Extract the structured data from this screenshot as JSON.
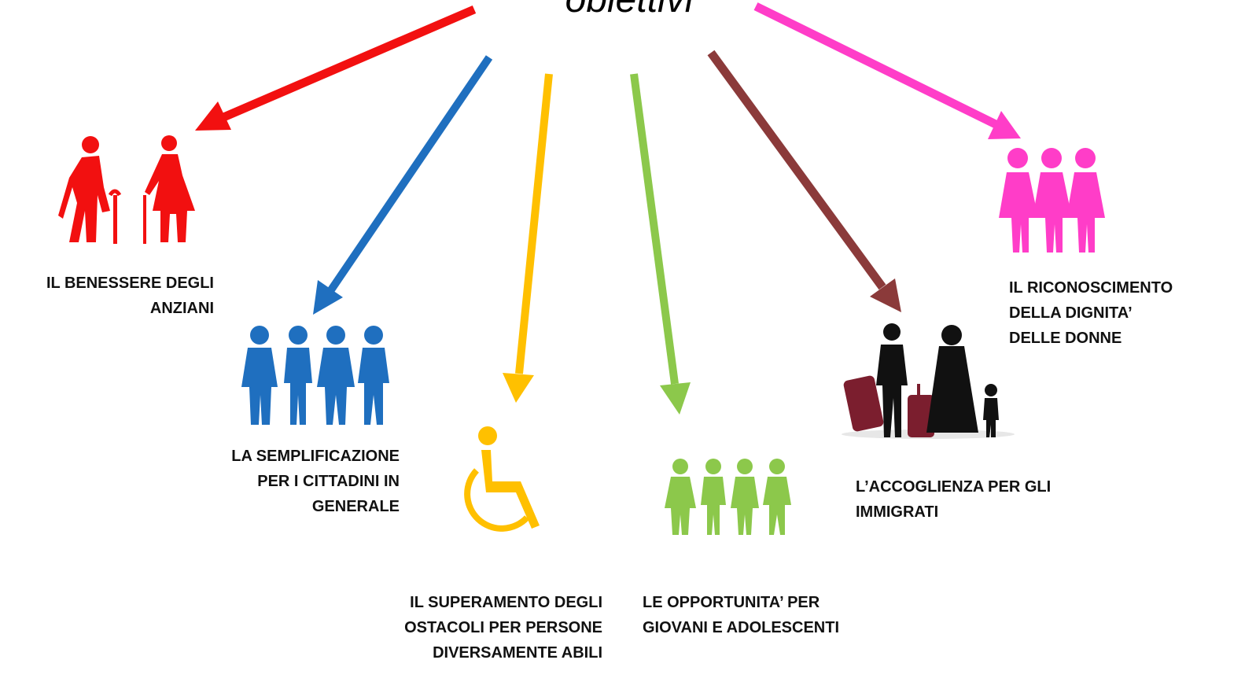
{
  "title": "obiettivi",
  "colors": {
    "red": "#f21010",
    "blue": "#1f6fbf",
    "yellow": "#ffc000",
    "green": "#8cc84b",
    "brown": "#8b3a3a",
    "magenta": "#ff3dc8"
  },
  "goals": [
    {
      "key": "anziani",
      "color": "red",
      "icon": "elderly-couple-icon",
      "lines": [
        "IL BENESSERE DEGLI",
        "ANZIANI"
      ]
    },
    {
      "key": "cittadini",
      "color": "blue",
      "icon": "citizens-group-icon",
      "lines": [
        "LA SEMPLIFICAZIONE",
        "PER I CITTADINI IN",
        "GENERALE"
      ]
    },
    {
      "key": "disabili",
      "color": "yellow",
      "icon": "wheelchair-icon",
      "lines": [
        "IL SUPERAMENTO  DEGLI",
        "OSTACOLI PER PERSONE",
        "DIVERSAMENTE ABILI"
      ]
    },
    {
      "key": "giovani",
      "color": "green",
      "icon": "youth-group-icon",
      "lines": [
        "LE OPPORTUNITA’ PER",
        "GIOVANI  E ADOLESCENTI"
      ]
    },
    {
      "key": "immigrati",
      "color": "brown",
      "icon": "immigrant-family-icon",
      "lines": [
        "L’ACCOGLIENZA PER GLI",
        "IMMIGRATI"
      ]
    },
    {
      "key": "donne",
      "color": "magenta",
      "icon": "women-group-icon",
      "lines": [
        "IL RICONOSCIMENTO",
        "DELLA DIGNITA’",
        "DELLE DONNE"
      ]
    }
  ]
}
